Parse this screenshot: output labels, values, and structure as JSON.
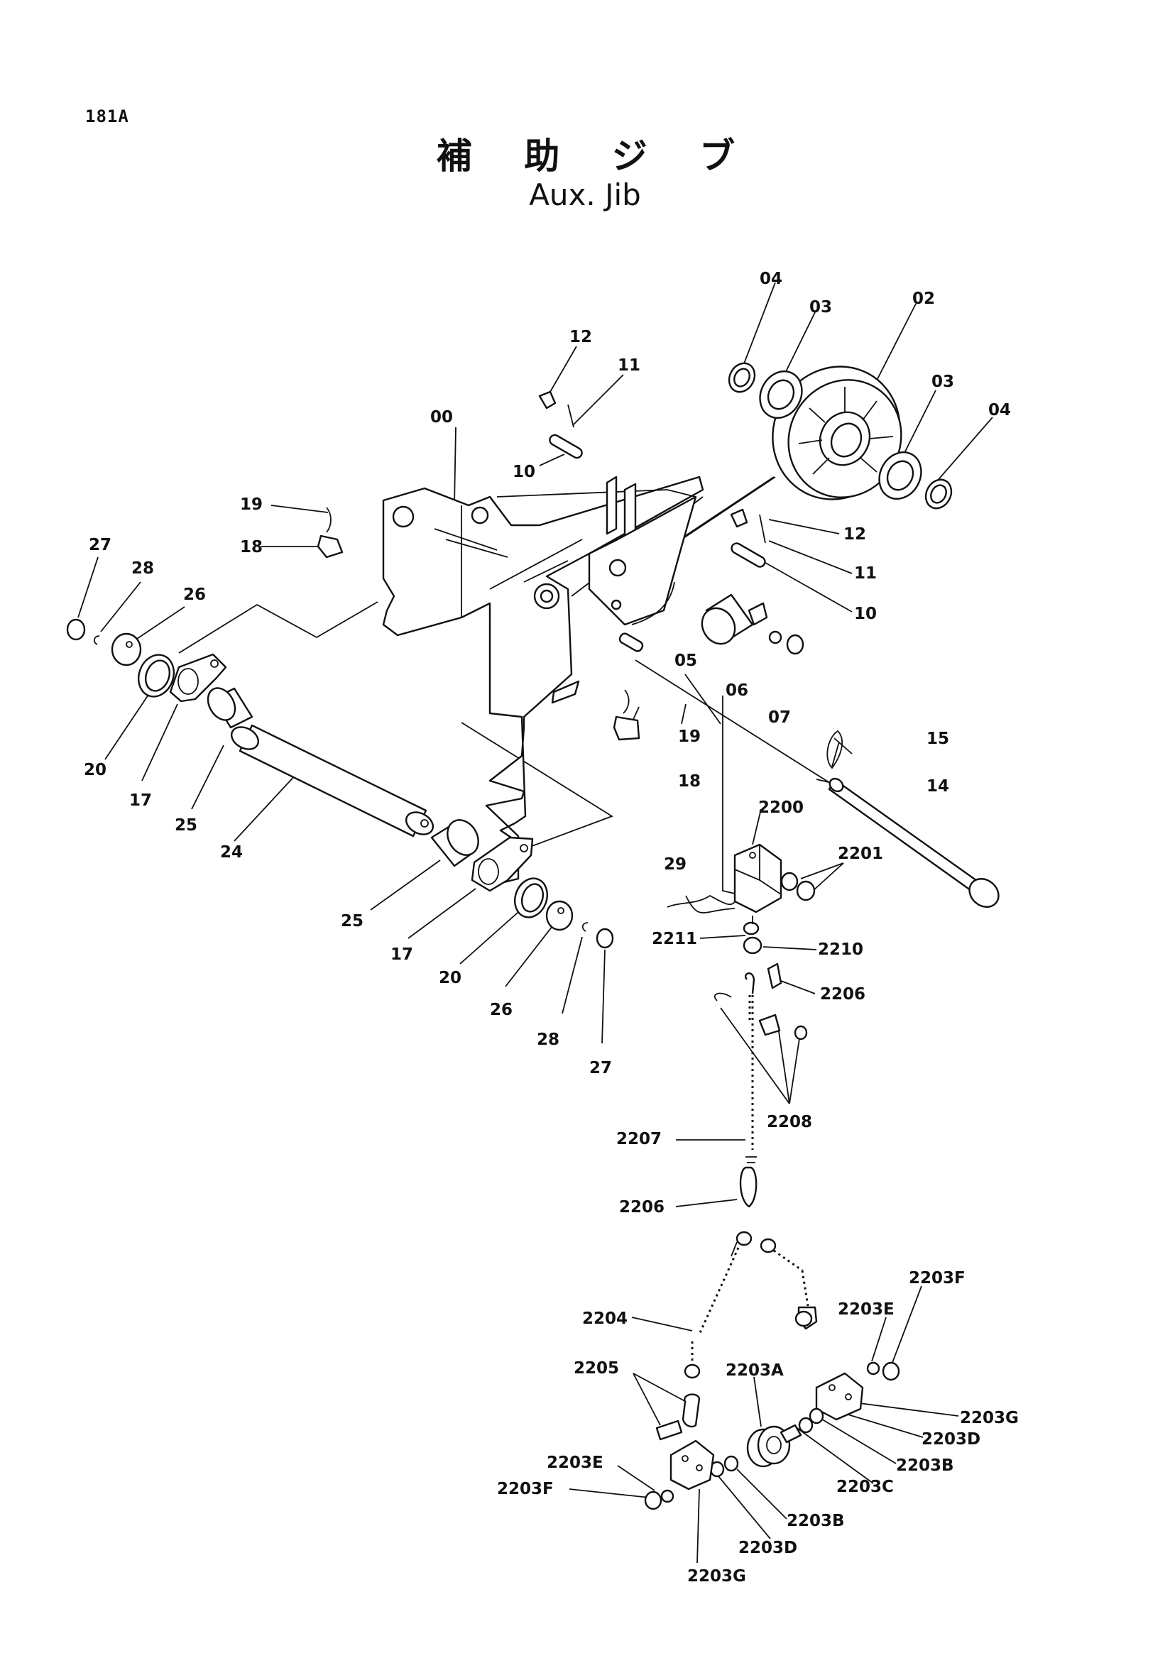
{
  "page_code": "181A",
  "title_jp": "補 助 ジ ブ",
  "title_en": "Aux. Jib",
  "callouts": [
    {
      "id": "04a",
      "text": "04"
    },
    {
      "id": "03a",
      "text": "03"
    },
    {
      "id": "02",
      "text": "02"
    },
    {
      "id": "03b",
      "text": "03"
    },
    {
      "id": "04b",
      "text": "04"
    },
    {
      "id": "12a",
      "text": "12"
    },
    {
      "id": "11a",
      "text": "11"
    },
    {
      "id": "00",
      "text": "00"
    },
    {
      "id": "10a",
      "text": "10"
    },
    {
      "id": "12b",
      "text": "12"
    },
    {
      "id": "11b",
      "text": "11"
    },
    {
      "id": "10b",
      "text": "10"
    },
    {
      "id": "19a",
      "text": "19"
    },
    {
      "id": "18a",
      "text": "18"
    },
    {
      "id": "27a",
      "text": "27"
    },
    {
      "id": "28a",
      "text": "28"
    },
    {
      "id": "26a",
      "text": "26"
    },
    {
      "id": "20a",
      "text": "20"
    },
    {
      "id": "17a",
      "text": "17"
    },
    {
      "id": "25a",
      "text": "25"
    },
    {
      "id": "24",
      "text": "24"
    },
    {
      "id": "05",
      "text": "05"
    },
    {
      "id": "06",
      "text": "06"
    },
    {
      "id": "07",
      "text": "07"
    },
    {
      "id": "19b",
      "text": "19"
    },
    {
      "id": "18b",
      "text": "18"
    },
    {
      "id": "15",
      "text": "15"
    },
    {
      "id": "14",
      "text": "14"
    },
    {
      "id": "25b",
      "text": "25"
    },
    {
      "id": "17b",
      "text": "17"
    },
    {
      "id": "20b",
      "text": "20"
    },
    {
      "id": "26b",
      "text": "26"
    },
    {
      "id": "28b",
      "text": "28"
    },
    {
      "id": "27b",
      "text": "27"
    },
    {
      "id": "2200",
      "text": "2200"
    },
    {
      "id": "2201",
      "text": "2201"
    },
    {
      "id": "29",
      "text": "29"
    },
    {
      "id": "2211",
      "text": "2211"
    },
    {
      "id": "2210",
      "text": "2210"
    },
    {
      "id": "2206a",
      "text": "2206"
    },
    {
      "id": "2208",
      "text": "2208"
    },
    {
      "id": "2207",
      "text": "2207"
    },
    {
      "id": "2206b",
      "text": "2206"
    },
    {
      "id": "2203Fa",
      "text": "2203F"
    },
    {
      "id": "2203Ea",
      "text": "2203E"
    },
    {
      "id": "2204",
      "text": "2204"
    },
    {
      "id": "2205",
      "text": "2205"
    },
    {
      "id": "2203A",
      "text": "2203A"
    },
    {
      "id": "2203Ga",
      "text": "2203G"
    },
    {
      "id": "2203Da",
      "text": "2203D"
    },
    {
      "id": "2203Ba",
      "text": "2203B"
    },
    {
      "id": "2203C",
      "text": "2203C"
    },
    {
      "id": "2203Eb",
      "text": "2203E"
    },
    {
      "id": "2203Fb",
      "text": "2203F"
    },
    {
      "id": "2203Bb",
      "text": "2203B"
    },
    {
      "id": "2203Db",
      "text": "2203D"
    },
    {
      "id": "2203Gb",
      "text": "2203G"
    }
  ]
}
